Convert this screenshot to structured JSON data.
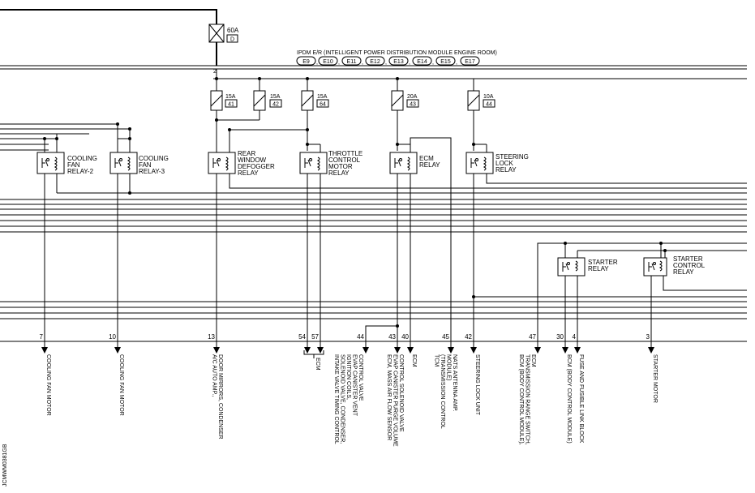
{
  "header": {
    "title": "IPDM E/R (INTELLIGENT POWER DISTRIBUTION MODULE ENGINE ROOM)",
    "connectors": [
      "E9",
      "E10",
      "E11",
      "E12",
      "E13",
      "E14",
      "E15",
      "E17"
    ],
    "connector_sep": ","
  },
  "main_fuse": {
    "rating": "60A",
    "id": "D",
    "terminal": "2"
  },
  "fuses": [
    {
      "rating": "15A",
      "id": "41"
    },
    {
      "rating": "15A",
      "id": "42"
    },
    {
      "rating": "15A",
      "id": "64"
    },
    {
      "rating": "20A",
      "id": "43"
    },
    {
      "rating": "10A",
      "id": "44"
    }
  ],
  "relays": [
    {
      "lines": [
        "COOLING",
        "FAN",
        "RELAY-2"
      ]
    },
    {
      "lines": [
        "COOLING",
        "FAN",
        "RELAY-3"
      ]
    },
    {
      "lines": [
        "REAR",
        "WINDOW",
        "DEFOGGER",
        "RELAY"
      ]
    },
    {
      "lines": [
        "THROTTLE",
        "CONTROL",
        "MOTOR",
        "RELAY"
      ]
    },
    {
      "lines": [
        "ECM",
        "RELAY"
      ]
    },
    {
      "lines": [
        "STEERING",
        "LOCK",
        "RELAY"
      ]
    },
    {
      "lines": [
        "STARTER",
        "RELAY"
      ]
    },
    {
      "lines": [
        "STARTER",
        "CONTROL",
        "RELAY"
      ]
    }
  ],
  "terminals": [
    "7",
    "10",
    "13",
    "54",
    "57",
    "44",
    "43",
    "40",
    "45",
    "42",
    "47",
    "30",
    "4",
    "3"
  ],
  "outputs": [
    {
      "lines": [
        "COOLING FAN MOTOR"
      ]
    },
    {
      "lines": [
        "COOLING FAN MOTOR"
      ]
    },
    {
      "lines": [
        "A/C AUTO AMP.,",
        "DOOR MIRRORS, CONDENSER"
      ]
    },
    {
      "lines": [
        "ECM"
      ]
    },
    {
      "lines": [
        "INTAKE VALVE TIMING CONTROL",
        "SOLENOID VALVE, CONDENSER,",
        "IGNITION COILS,",
        "EVAP CANISTER VENT",
        "CONTROL VALVE"
      ]
    },
    {
      "lines": [
        "ECM, MASS AIR FLOW SENSOR",
        "EVAP CANISTER PURGE VOLUME",
        "CONTROL SOLENOID VALVE"
      ]
    },
    {
      "lines": [
        "ECM"
      ]
    },
    {
      "lines": [
        "TCM",
        "(TRANSMISSION CONTROL",
        "MODULE)",
        "NATS ANTENNA AMP."
      ]
    },
    {
      "lines": [
        "STEERING LOCK UNIT"
      ]
    },
    {
      "lines": [
        "BCM (BODY CONTROL MODULE),",
        "TRANSMISSION RANGE SWITCH,",
        "ECM"
      ]
    },
    {
      "lines": [
        "BCM (BODY CONTROL MODULE)"
      ]
    },
    {
      "lines": [
        "FUSE AND FUSIBLE LINK BLOCK"
      ]
    },
    {
      "lines": [
        "STARTER MOTOR"
      ]
    }
  ],
  "figure_code": "JCMWM0381GB"
}
